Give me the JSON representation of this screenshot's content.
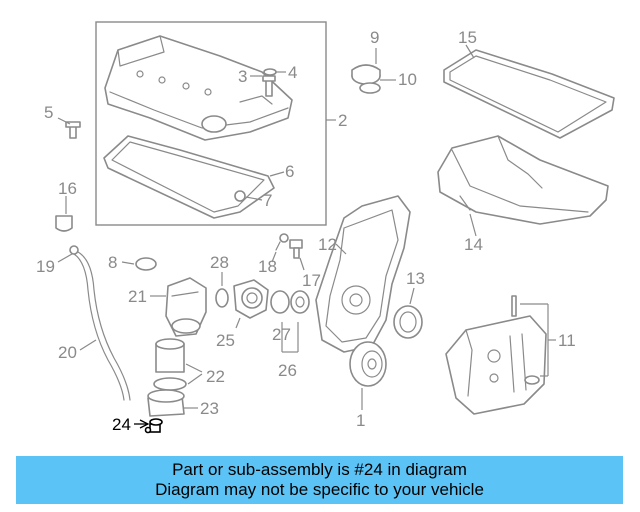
{
  "callouts": {
    "c1": "1",
    "c2": "2",
    "c3": "3",
    "c4": "4",
    "c5": "5",
    "c6": "6",
    "c7": "7",
    "c8": "8",
    "c9": "9",
    "c10": "10",
    "c11": "11",
    "c12": "12",
    "c13": "13",
    "c14": "14",
    "c15": "15",
    "c16": "16",
    "c17": "17",
    "c18": "18",
    "c19": "19",
    "c20": "20",
    "c21": "21",
    "c22": "22",
    "c23": "23",
    "c24": "24",
    "c25": "25",
    "c26": "26",
    "c27": "27",
    "c28": "28"
  },
  "highlighted_part": "24",
  "colors": {
    "banner": "#5bc3f5",
    "line_art": "#8a8a8a",
    "highlight": "#000000"
  },
  "banner": {
    "line1": "Part or sub-assembly is #24 in diagram",
    "line2": "Diagram may not be specific to your vehicle"
  }
}
